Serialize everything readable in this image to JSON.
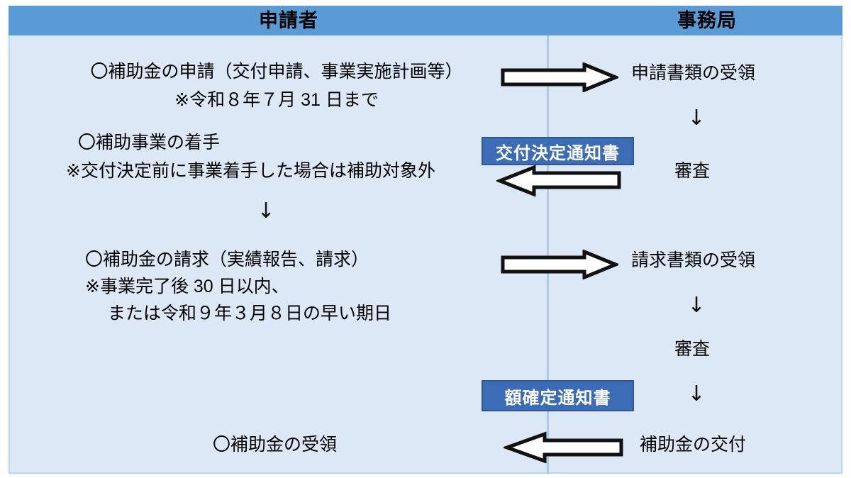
{
  "frame": {
    "header_bg": "#5B9BD5",
    "body_bg": "#DCE8F5",
    "border_color": "#BDD7EE",
    "divider_color": "#A8CBE8"
  },
  "header": {
    "applicant": "申請者",
    "office": "事務局"
  },
  "applicant_column": {
    "step1_line1": "〇補助金の申請（交付申請、事業実施計画等）",
    "step1_line2": "※令和８年７月 31 日まで",
    "step2_line1": "〇補助事業の着手",
    "step2_line2": "※交付決定前に事業着手した場合は補助対象外",
    "step2_down_arrow": "↓",
    "step3_line1": "〇補助金の請求（実績報告、請求）",
    "step3_line2": "※事業完了後 30 日以内、",
    "step3_line3": "　 または令和９年３月８日の早い期日",
    "step4_line1": "〇補助金の受領"
  },
  "office_column": {
    "receive_application": "申請書類の受領",
    "down_arrow_1": "↓",
    "review_1": "審査",
    "receive_claim": "請求書類の受領",
    "down_arrow_2": "↓",
    "review_2": "審査",
    "down_arrow_3": "↓",
    "grant_payment": "補助金の交付"
  },
  "badges": [
    {
      "label": "交付決定通知書",
      "fill": "#3B6CB5",
      "border": "#2F5596",
      "text_color": "#FFFFFF"
    },
    {
      "label": "額確定通知書",
      "fill": "#3B6CB5",
      "border": "#2F5596",
      "text_color": "#FFFFFF"
    }
  ],
  "arrows": [
    {
      "name": "arrow-application-right",
      "direction": "right",
      "fill": "#FFFFFF",
      "stroke": "#000000"
    },
    {
      "name": "arrow-decision-left",
      "direction": "left",
      "fill": "#FFFFFF",
      "stroke": "#000000"
    },
    {
      "name": "arrow-claim-right",
      "direction": "right",
      "fill": "#FFFFFF",
      "stroke": "#000000"
    },
    {
      "name": "arrow-payment-left",
      "direction": "left",
      "fill": "#FFFFFF",
      "stroke": "#000000"
    }
  ]
}
